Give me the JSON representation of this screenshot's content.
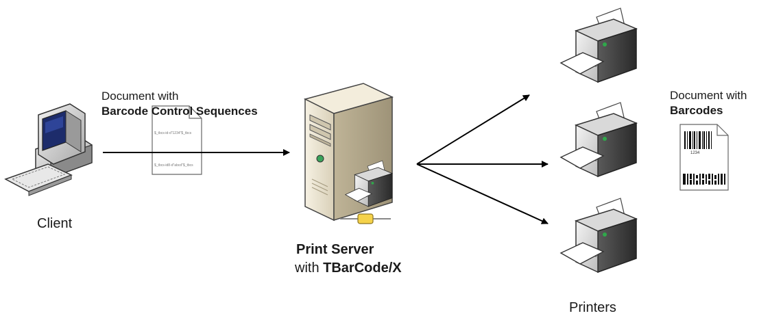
{
  "client": {
    "label": "Client"
  },
  "input_document": {
    "caption_line1": "Document with",
    "caption_line2": "Barcode Control Sequences",
    "sequence_line1": "$_tbcs-id-d\"1234\"$_tbcs",
    "sequence_line2": "$_tbcs-id8-d\"abcd\"$_tbcs"
  },
  "print_server": {
    "title": "Print Server",
    "subtitle_prefix": "with ",
    "subtitle_product": "TBarCode/X"
  },
  "printers": {
    "label": "Printers",
    "count": 3
  },
  "output_document": {
    "caption_line1": "Document with",
    "caption_line2": "Barcodes",
    "barcode_text": "1234"
  }
}
